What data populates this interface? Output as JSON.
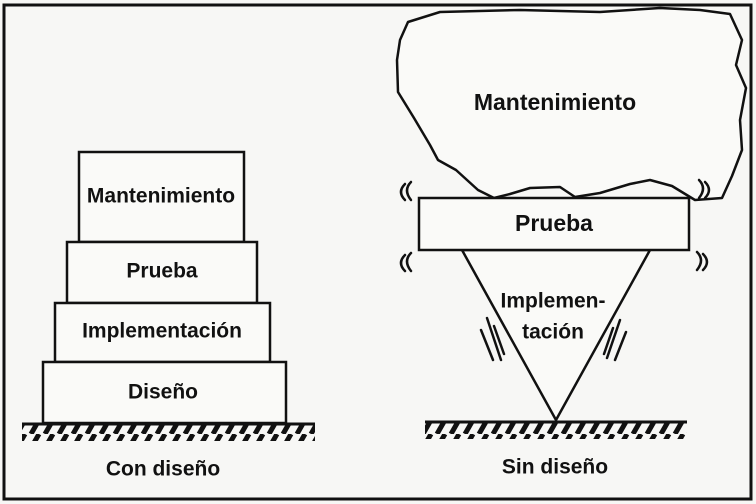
{
  "left_panel": {
    "stack": [
      "Mantenimiento",
      "Prueba",
      "Implementación",
      "Diseño"
    ],
    "caption": "Con diseño"
  },
  "right_panel": {
    "cloud_label": "Mantenimiento",
    "bar_label": "Prueba",
    "triangle_label_line1": "Implemen-",
    "triangle_label_line2": "tación",
    "caption": "Sin diseño"
  }
}
